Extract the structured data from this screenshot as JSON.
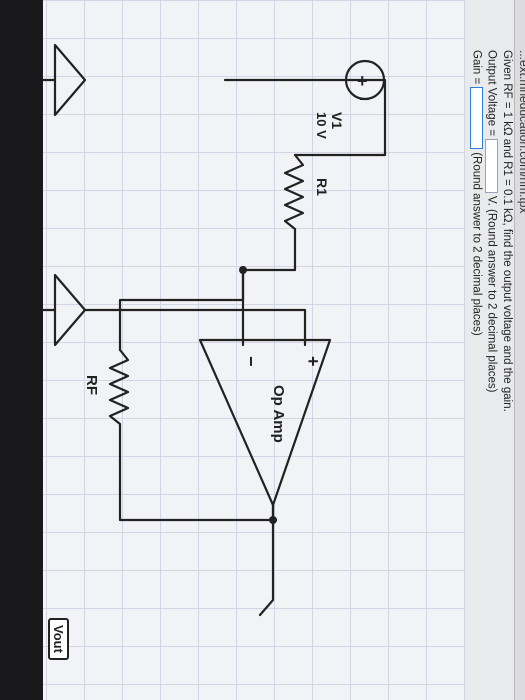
{
  "browser": {
    "url": "extl.mheducation.com/hm.tpx",
    "url_visible": "...ext.mheducation.com/hm.tpx"
  },
  "question": {
    "prompt": "Given RF = 1 kΩ and R1 = 0.1 kΩ, find the output voltage and the gain.",
    "output_label": "Output Voltage =",
    "output_value": "",
    "output_unit": "V. (Round answer to 2 decimal places)",
    "gain_label": "Gain =",
    "gain_value": "",
    "gain_hint": "(Round answer to 2 decimal places)"
  },
  "circuit": {
    "source_name": "V1",
    "source_value": "10 V",
    "source_plus": "+",
    "source_minus": "−",
    "r1_label": "R1",
    "rf_label": "RF",
    "opamp_label": "Op Amp",
    "opamp_minus": "−",
    "opamp_plus": "+",
    "output_label": "Vout"
  },
  "taskbar": {
    "icons": [
      "search-icon",
      "task-view-icon",
      "edge-icon",
      "file-explorer-icon",
      "store-icon",
      "mail-icon",
      "chrome-icon",
      "app-icon",
      "app-icon",
      "app-icon"
    ]
  }
}
